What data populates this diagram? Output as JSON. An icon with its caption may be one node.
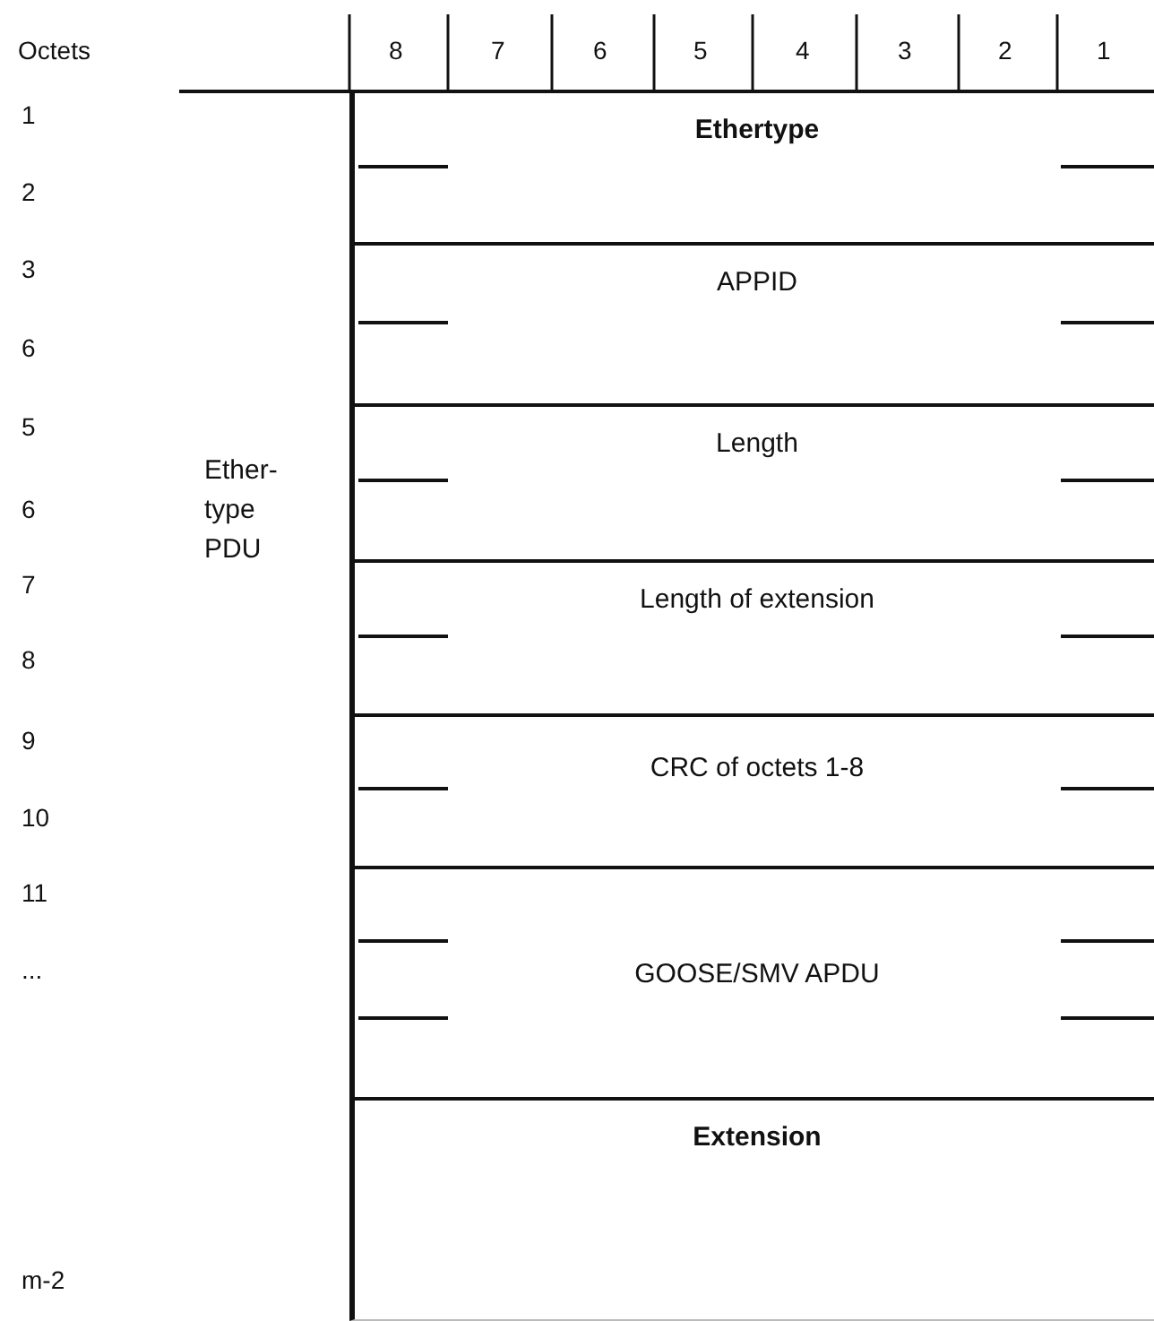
{
  "diagram": {
    "nodes": [
      {
        "text": [
          "Ether-type PDU"
        ]
      },
      {
        "text": [
          "Ethertype"
        ]
      },
      {
        "text": [
          "APPID"
        ]
      },
      {
        "text": [
          "Length"
        ]
      },
      {
        "text": [
          "Length of extension"
        ]
      },
      {
        "text": [
          "CRC of octets 1-8"
        ]
      },
      {
        "text": [
          "GOOSE/SMV APDU"
        ]
      },
      {
        "text": [
          "Extension"
        ]
      }
    ],
    "edges": [],
    "labels": [
      "Octets",
      "8",
      "7",
      "6",
      "5",
      "4",
      "3",
      "2",
      "1",
      "1",
      "2",
      "3",
      "6",
      "5",
      "6",
      "7",
      "8",
      "9",
      "10",
      "11",
      "...",
      "m-2"
    ]
  }
}
